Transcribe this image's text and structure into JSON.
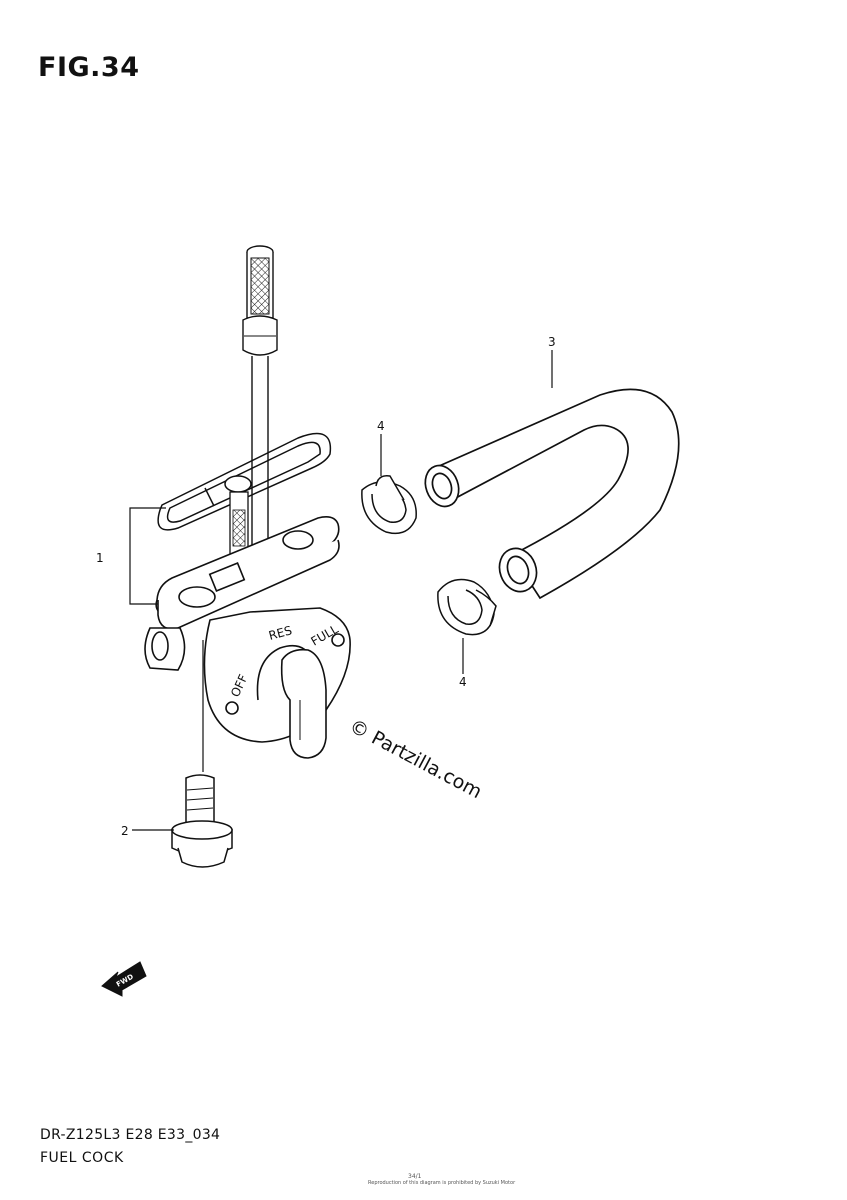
{
  "figure": {
    "title": "FIG.34",
    "model_code": "DR-Z125L3 E28 E33_034",
    "section_name": "FUEL COCK",
    "page_number": "34/1",
    "copyright_line": "Reproduction of this diagram is prohibited by Suzuki Motor"
  },
  "callouts": [
    {
      "id": "1",
      "part": "fuel cock assembly"
    },
    {
      "id": "2",
      "part": "bolt"
    },
    {
      "id": "3",
      "part": "fuel hose"
    },
    {
      "id": "4",
      "part": "hose clamp (upper)"
    },
    {
      "id": "4",
      "part": "hose clamp (lower)"
    }
  ],
  "valve_labels": {
    "reserve": "RES",
    "full": "FULL",
    "off": "OFF"
  },
  "direction_arrow": "FWD",
  "watermark": "© Partzilla.com"
}
